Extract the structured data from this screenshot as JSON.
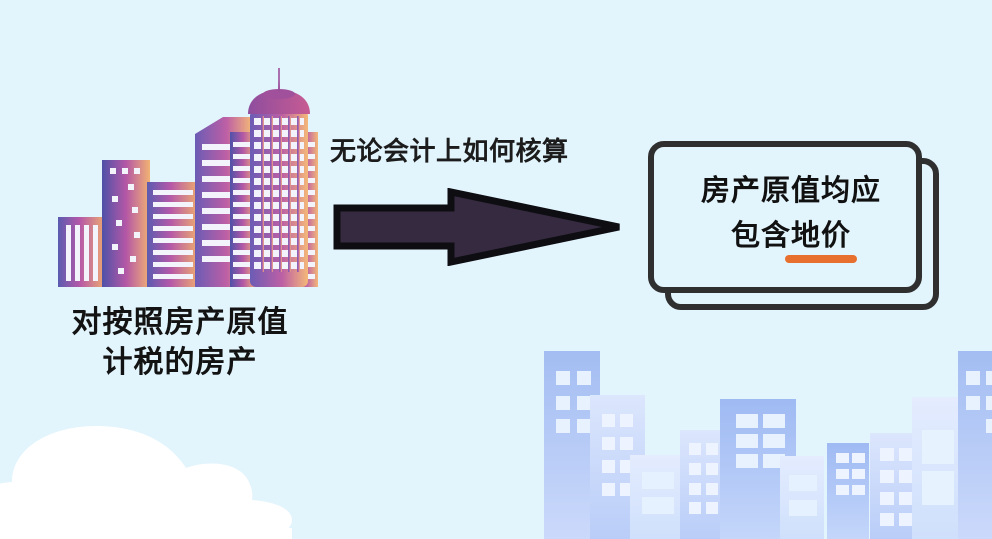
{
  "background": {
    "color": "#e2f4fc"
  },
  "left_section": {
    "illustration_name": "city-skyline-illustration",
    "caption_line1": "对按照房产原值",
    "caption_line2": "计税的房产"
  },
  "flow": {
    "arrow_label": "无论会计上如何核算",
    "arrow_color": "#352a3f",
    "arrow_outline_color": "#0d0d12"
  },
  "conclusion": {
    "line1": "房产原值均应",
    "line2_prefix": "包含",
    "line2_highlight": "地价",
    "border_color": "#2f2f2f",
    "highlight_color": "#e8702f"
  },
  "decorations": {
    "cloud_color": "#ffffff",
    "skyline_name": "blue-building-silhouettes"
  }
}
